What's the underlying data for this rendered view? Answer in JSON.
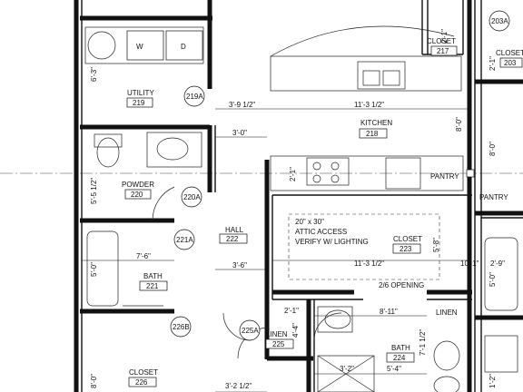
{
  "rooms": [
    {
      "name": "UTILITY",
      "number": "219",
      "tag": "219A"
    },
    {
      "name": "POWDER",
      "number": "220",
      "tag": "220A"
    },
    {
      "name": "HALL",
      "number": "222"
    },
    {
      "name": "BATH",
      "number": "221",
      "tag": "221A"
    },
    {
      "name": "BATH",
      "number": "224"
    },
    {
      "name": "KITCHEN",
      "number": "218"
    },
    {
      "name": "CLOSET",
      "number": "223"
    },
    {
      "name": "CLOSET",
      "number": "226",
      "tag": "226B"
    },
    {
      "name": "LINEN",
      "number": "225",
      "tag": "225A"
    },
    {
      "name": "CLOSET",
      "number": "217",
      "tag": "203A"
    },
    {
      "name": "CLOSET",
      "number": "203"
    },
    {
      "name": "PANTRY"
    },
    {
      "name": "PANTRY"
    },
    {
      "name": "LINEN"
    }
  ],
  "appliance_labels": {
    "washer": "W",
    "dryer": "D"
  },
  "attic_note": [
    "20\" x 30\"",
    "ATTIC ACCESS",
    "VERIFY W/ LIGHTING"
  ],
  "opening_note": "2/6 OPENING",
  "dimensions": {
    "d1": "6'-3\"",
    "d2": "3'-9 1/2\"",
    "d3": "11'-3 1/2\"",
    "d4": "8'-0\"",
    "d5": "3'-0\"",
    "d6": "5'-5 1/2\"",
    "d7": "2'-1\"",
    "d8": "7'-6\"",
    "d9": "5'-0\"",
    "d10": "3'-6\"",
    "d11": "11'-3 1/2\"",
    "d12": "5'-8\"",
    "d13": "10'-1\"",
    "d14": "2'-9\"",
    "d15": "5'-0\"",
    "d16": "2'-1\"",
    "d17": "8'-11\"",
    "d18": "4'-4\"",
    "d19": "7'-1 1/2\"",
    "d20": "5'-4\"",
    "d21": "3'-2\"",
    "d22": "3'-2 1/2\"",
    "d23": "8'-0\"",
    "d24": "2'-1\"",
    "d25": "2'-1\"",
    "d26": "8'-0\"",
    "d27": "1'-2\""
  }
}
